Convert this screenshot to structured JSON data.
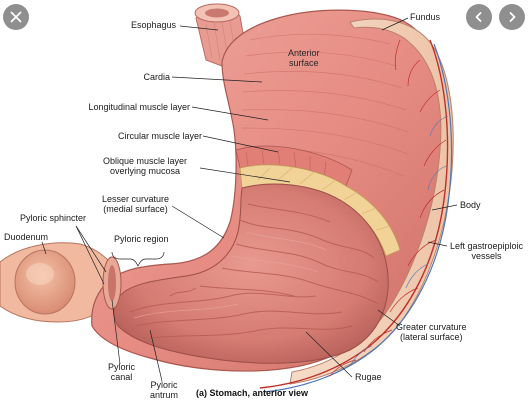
{
  "viewer": {
    "controls": {
      "close_icon": "close-icon",
      "prev_icon": "chevron-left-icon",
      "next_icon": "chevron-right-icon"
    }
  },
  "figure": {
    "labels": {
      "esophagus": "Esophagus",
      "fundus": "Fundus",
      "anterior_surface": "Anterior\nsurface",
      "cardia": "Cardia",
      "longitudinal_muscle": "Longitudinal muscle layer",
      "circular_muscle": "Circular muscle layer",
      "oblique_muscle": "Oblique muscle layer\noverlying mucosa",
      "lesser_curvature": "Lesser curvature\n(medial surface)",
      "pyloric_sphincter": "Pyloric sphincter",
      "duodenum": "Duodenum",
      "pyloric_region": "Pyloric region",
      "body": "Body",
      "left_gastroepiploic": "Left gastroepiploic\nvessels",
      "greater_curvature": "Greater curvature\n(lateral surface)",
      "rugae": "Rugae",
      "pyloric_canal": "Pyloric\ncanal",
      "pyloric_antrum": "Pyloric\nantrum"
    },
    "caption": "(a) Stomach, anterior view"
  },
  "colors": {
    "muscle": "#e7958d",
    "muscle_dark": "#c96e66",
    "mucosa": "#d9847c",
    "serosa": "#f3d3bf",
    "oblique": "#f2d49a",
    "vessel_red": "#c0302a",
    "vessel_blue": "#4d78b8"
  }
}
